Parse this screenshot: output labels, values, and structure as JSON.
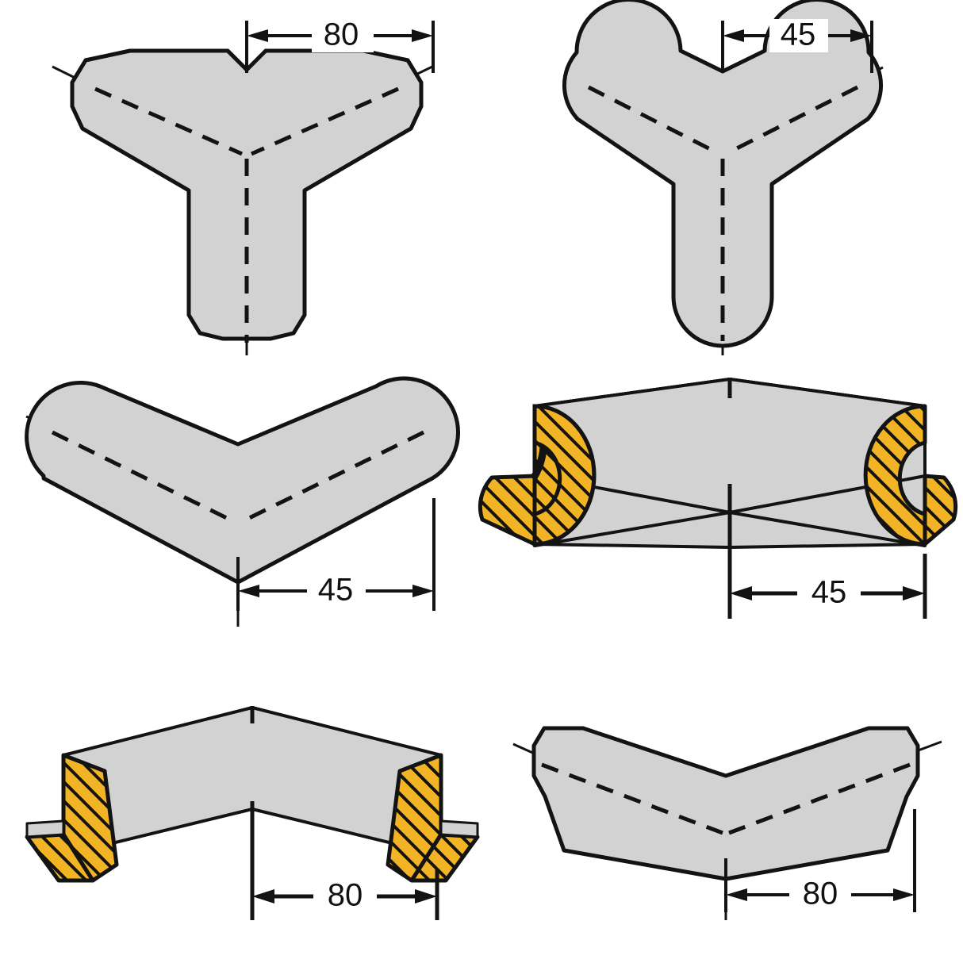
{
  "drawing": {
    "type": "technical-drawing",
    "title": "Corner protection profile – end views and sectional views",
    "units": "mm",
    "colors": {
      "body_fill": "#d2d2d2",
      "section_fill": "#f2b424",
      "outline": "#131313",
      "hatch": "#131313",
      "background": "#ffffff"
    },
    "figure_count": 6
  },
  "figures": [
    {
      "id": "fig-top-left",
      "name": "three-arm-profile-faceted-80",
      "position": "top-left",
      "arms": 3,
      "end_style": "faceted",
      "view": "end-view",
      "has_section_hatch": false,
      "dimension": {
        "label": "80",
        "placement": "top",
        "arrow_style": "double-ended"
      }
    },
    {
      "id": "fig-top-right",
      "name": "three-arm-profile-rounded-45",
      "position": "top-right",
      "arms": 3,
      "end_style": "rounded",
      "view": "end-view",
      "has_section_hatch": false,
      "dimension": {
        "label": "45",
        "placement": "top",
        "arrow_style": "double-ended"
      }
    },
    {
      "id": "fig-mid-left",
      "name": "two-arm-profile-rounded-45",
      "position": "middle-left",
      "arms": 2,
      "end_style": "rounded",
      "view": "end-view",
      "has_section_hatch": false,
      "dimension": {
        "label": "45",
        "placement": "bottom",
        "arrow_style": "double-ended"
      }
    },
    {
      "id": "fig-mid-right",
      "name": "two-arm-profile-rounded-section-45",
      "position": "middle-right",
      "arms": 2,
      "end_style": "rounded",
      "view": "isometric-section",
      "has_section_hatch": true,
      "dimension": {
        "label": "45",
        "placement": "bottom",
        "arrow_style": "double-ended"
      }
    },
    {
      "id": "fig-bot-left",
      "name": "two-arm-profile-angular-section-80",
      "position": "bottom-left",
      "arms": 2,
      "end_style": "angular",
      "view": "isometric-section",
      "has_section_hatch": true,
      "dimension": {
        "label": "80",
        "placement": "bottom",
        "arrow_style": "double-ended"
      }
    },
    {
      "id": "fig-bot-right",
      "name": "two-arm-profile-faceted-80",
      "position": "bottom-right",
      "arms": 2,
      "end_style": "faceted",
      "view": "end-view",
      "has_section_hatch": false,
      "dimension": {
        "label": "80",
        "placement": "bottom",
        "arrow_style": "double-ended"
      }
    }
  ],
  "dimensions": {
    "top_left": "80",
    "top_right": "45",
    "mid_left": "45",
    "mid_right": "45",
    "bot_left": "80",
    "bot_right": "80"
  }
}
